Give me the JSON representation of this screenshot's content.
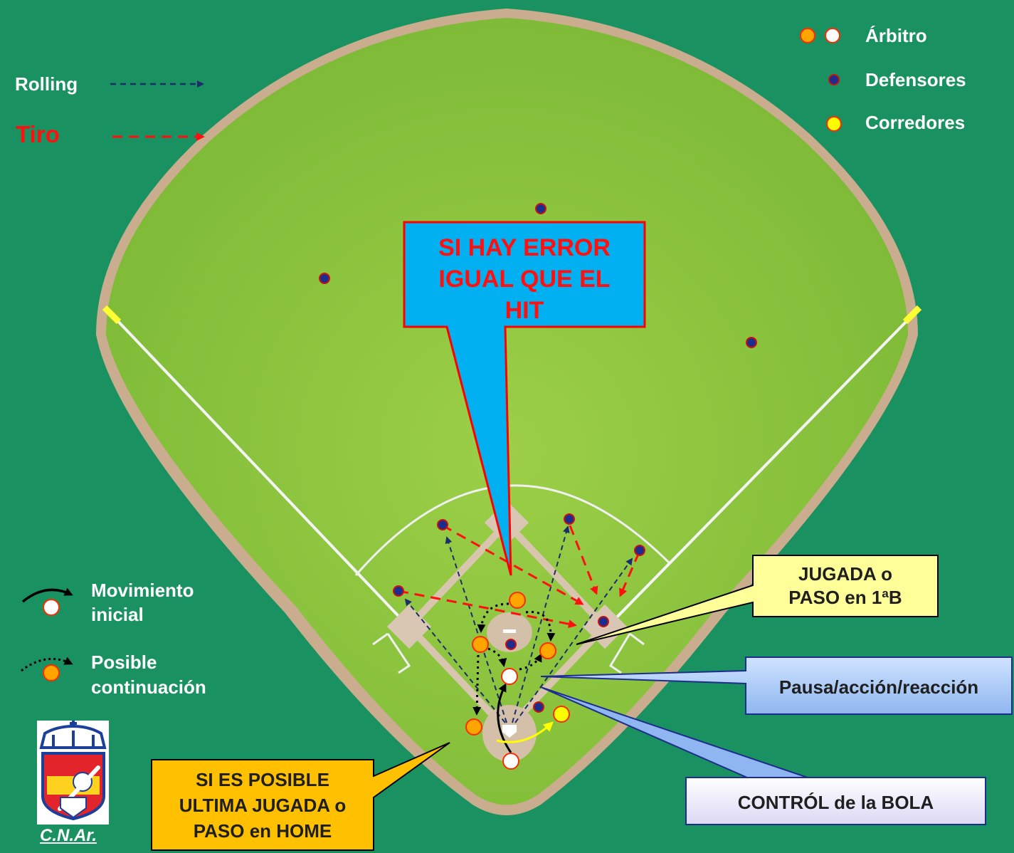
{
  "legend_left": {
    "rolling_label": "Rolling",
    "tiro_label": "Tiro",
    "movement_label_1": "Movimiento",
    "movement_label_2": "inicial",
    "continuation_label_1": "Posible",
    "continuation_label_2": "continuación"
  },
  "legend_right": {
    "arbitro_label": "Árbitro",
    "defensores_label": "Defensores",
    "corredores_label": "Corredores"
  },
  "callouts": {
    "error_line1": "SI HAY ERROR",
    "error_line2": "IGUAL QUE EL",
    "error_line3": "HIT",
    "first_base_line1": "JUGADA o",
    "first_base_line2": "PASO en 1ªB",
    "pause": "Pausa/acción/reacción",
    "control": "CONTRÓL de la BOLA",
    "home_line1": "SI ES POSIBLE",
    "home_line2": "ULTIMA JUGADA o",
    "home_line3": "PASO en HOME"
  },
  "logo": {
    "caption": "C.N.Ar."
  },
  "colors": {
    "background": "#1a9160",
    "grass": "#8cc63a",
    "dirt": "#c9ad8e",
    "umpire": "#ffa500",
    "umpire_white": "#ffffff",
    "defender": "#1c2d8c",
    "runner": "#ffff00",
    "rolling_arrow": "#1c2d6b",
    "throw_arrow": "#ff1010",
    "callout_blue": "#00b0f0",
    "callout_yellow": "#ffff99",
    "callout_orange": "#ffc000",
    "callout_border_red": "#ff0000"
  }
}
